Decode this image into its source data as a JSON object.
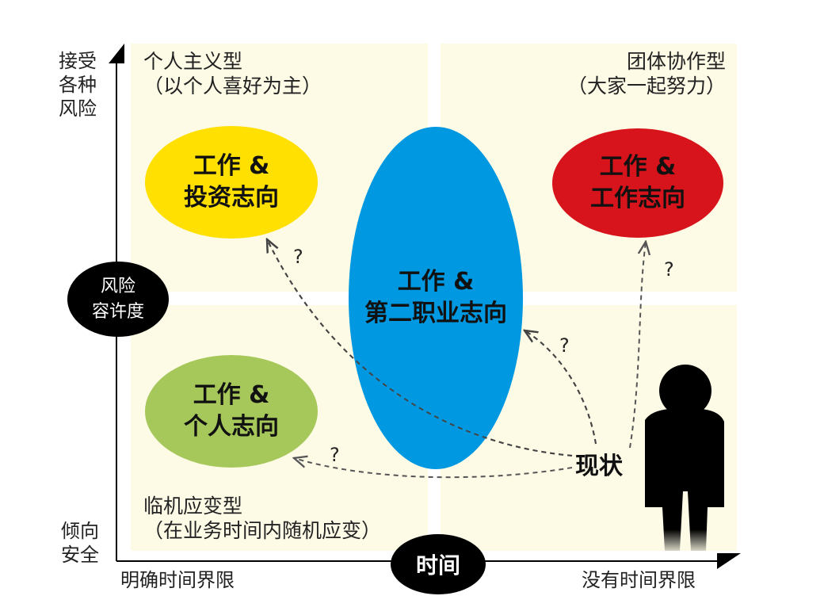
{
  "axes": {
    "y_top": [
      "接受",
      "各种",
      "风险"
    ],
    "y_bottom": [
      "倾向",
      "安全"
    ],
    "y_badge": [
      "风险",
      "容许度"
    ],
    "x_left": "明确时间界限",
    "x_right": "没有时间界限",
    "x_badge": "时间"
  },
  "quadrants": {
    "top_left": {
      "title": "个人主义型",
      "subtitle": "（以个人喜好为主）"
    },
    "top_right": {
      "title": "团体协作型",
      "subtitle": "（大家一起努力）"
    },
    "bottom_left": {
      "title": "临机应变型",
      "subtitle": "（在业务时间内随机应变）"
    }
  },
  "ellipses": {
    "yellow": {
      "line1": "工作 &",
      "line2": "投资志向",
      "color": "#ffe000"
    },
    "red": {
      "line1": "工作 &",
      "line2": "工作志向",
      "color": "#d7141b"
    },
    "blue": {
      "line1": "工作 &",
      "line2": "第二职业志向",
      "color": "#0098e0"
    },
    "green": {
      "line1": "工作 &",
      "line2": "个人志向",
      "color": "#a6c85a"
    }
  },
  "current": "现状",
  "question_mark": "?"
}
